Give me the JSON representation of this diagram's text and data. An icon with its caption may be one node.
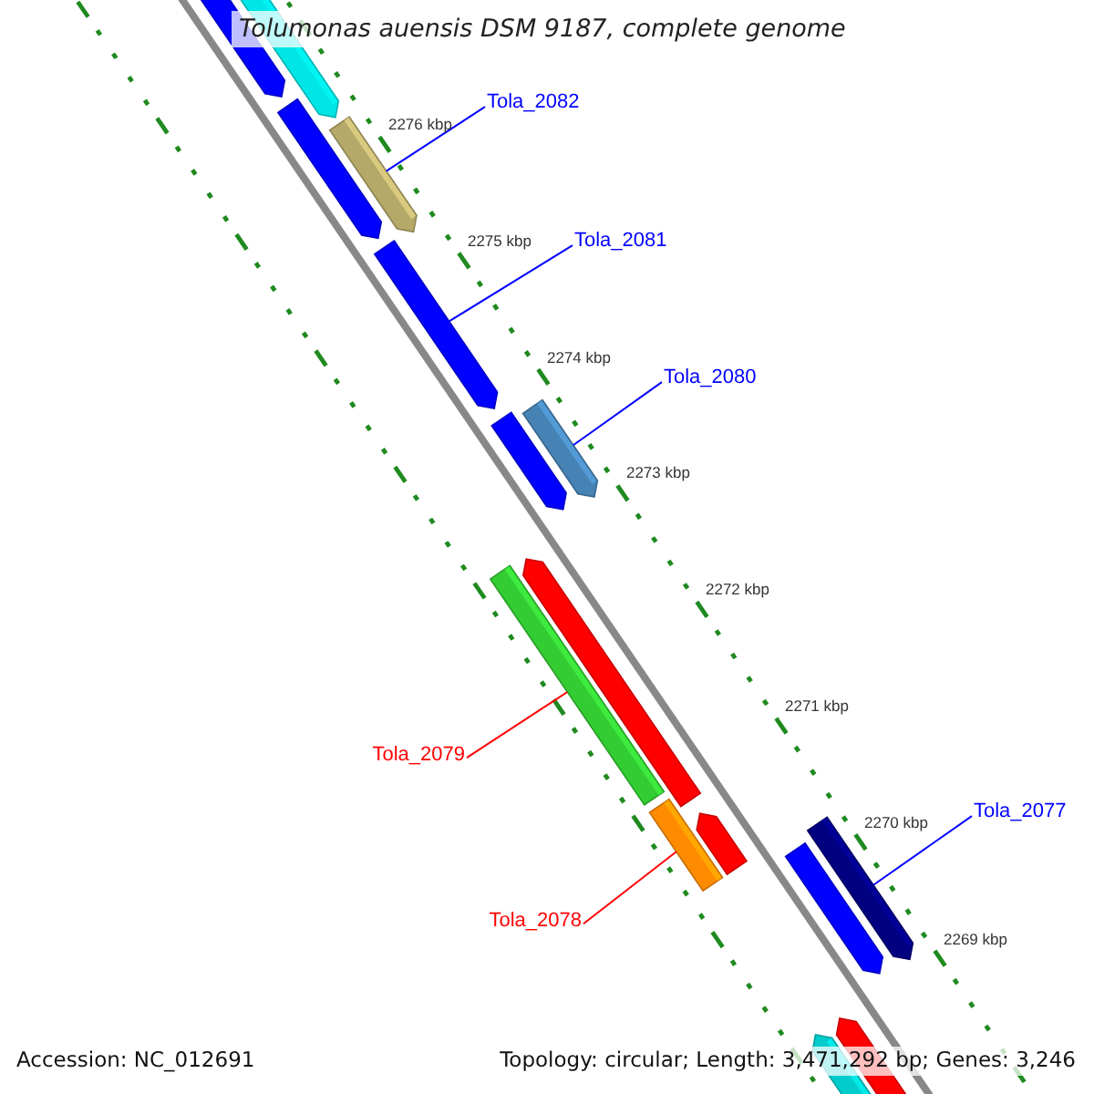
{
  "diagram": {
    "title": "Tolumonas auensis DSM 9187, complete genome",
    "nodes": [
      {
        "text": [
          "Tola_2082"
        ]
      },
      {
        "text": [
          "Tola_2081"
        ]
      },
      {
        "text": [
          "Tola_2080"
        ]
      },
      {
        "text": [
          "Tola_2077"
        ]
      },
      {
        "text": [
          "Tola_2079"
        ]
      },
      {
        "text": [
          "Tola_2078"
        ]
      },
      {
        "text": [],
        "shape": "bar"
      },
      {
        "text": [],
        "shape": "bar"
      },
      {
        "text": [],
        "shape": "bar"
      },
      {
        "text": [],
        "shape": "bar"
      },
      {
        "text": [],
        "shape": "bar"
      },
      {
        "text": [],
        "shape": "bar"
      }
    ],
    "edges": [
      {
        "from": 0,
        "to": 6,
        "arrow": "none"
      },
      {
        "from": 1,
        "to": 7,
        "arrow": "none"
      },
      {
        "from": 2,
        "to": 8,
        "arrow": "none"
      },
      {
        "from": 3,
        "to": 11,
        "arrow": "none"
      },
      {
        "from": 4,
        "to": 9,
        "arrow": "none",
        "color": "#ff0000"
      },
      {
        "from": 5,
        "to": 10,
        "arrow": "none",
        "color": "#ff0000"
      }
    ],
    "labels": [
      "2276 kbp",
      "2275 kbp",
      "2274 kbp",
      "2273 kbp",
      "2272 kbp",
      "2271 kbp",
      "2270 kbp",
      "2269 kbp",
      "Accession: NC_012691",
      "Topology: circular; Length: 3,471,292 bp; Genes: 3,246"
    ]
  }
}
